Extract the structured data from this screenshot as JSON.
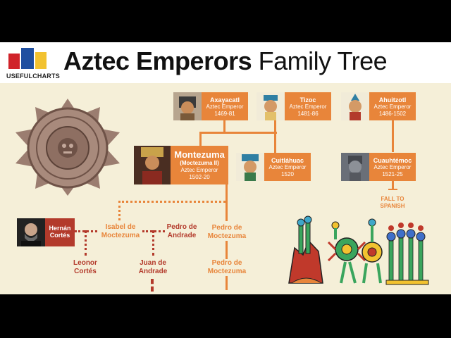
{
  "header": {
    "logo_text": "USEFULCHARTS",
    "title_bold": "Aztec Emperors",
    "title_rest": "Family Tree"
  },
  "emperors": {
    "axayacatl": {
      "name": "Axayacatl",
      "role": "Aztec Emperor",
      "years": "1469-81"
    },
    "tizoc": {
      "name": "Tizoc",
      "role": "Aztec Emperor",
      "years": "1481-86"
    },
    "ahuitzotl": {
      "name": "Ahuitzotl",
      "role": "Aztec Emperor",
      "years": "1486-1502"
    },
    "montezuma": {
      "name": "Montezuma",
      "alt": "(Moctezuma II)",
      "role": "Aztec Emperor",
      "years": "1502-20"
    },
    "cuitlahuac": {
      "name": "Cuitláhuac",
      "role": "Aztec Emperor",
      "years": "1520"
    },
    "cuauhtemoc": {
      "name": "Cuauhtémoc",
      "role": "Aztec Emperor",
      "years": "1521-25"
    }
  },
  "others": {
    "cortes": {
      "line1": "Hernán",
      "line2": "Cortés"
    },
    "isabel": {
      "line1": "Isabel de",
      "line2": "Moctezuma"
    },
    "pedro_andrade": {
      "line1": "Pedro de",
      "line2": "Andrade"
    },
    "pedro_moctezuma_1": {
      "line1": "Pedro de",
      "line2": "Moctezuma"
    },
    "leonor": {
      "line1": "Leonor",
      "line2": "Cortés"
    },
    "juan": {
      "line1": "Juan de",
      "line2": "Andrade"
    },
    "pedro_moctezuma_2": {
      "line1": "Pedro de",
      "line2": "Moctezuma"
    },
    "fall": {
      "line1": "FALL TO",
      "line2": "SPANISH"
    }
  },
  "colors": {
    "accent": "#e8853a",
    "dark_red": "#b33a2b",
    "panel": "#f5efd8",
    "logo_red": "#d0232a",
    "logo_blue": "#1f4fa0",
    "logo_yellow": "#f2c230"
  }
}
